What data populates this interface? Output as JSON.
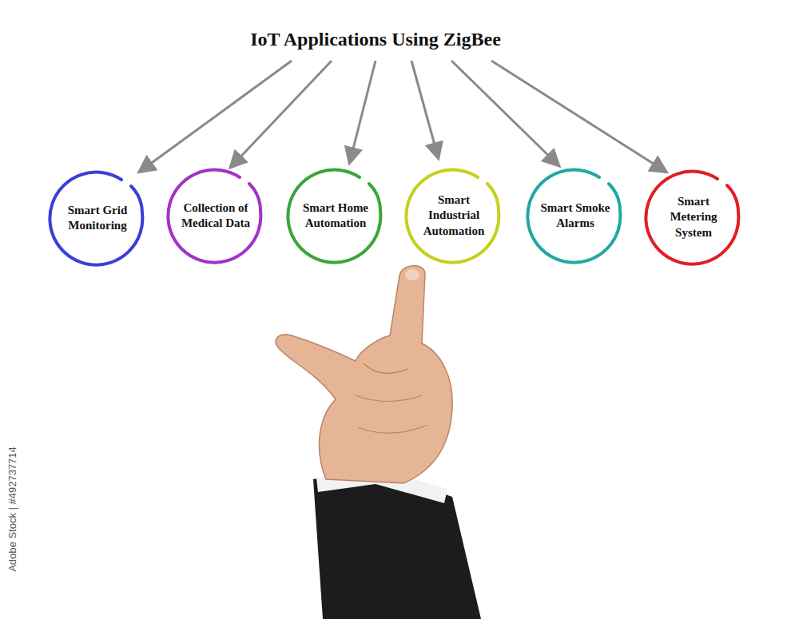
{
  "diagram": {
    "title": "IoT Applications Using ZigBee",
    "nodes": [
      {
        "text": [
          "Smart Grid Monitoring"
        ]
      },
      {
        "text": [
          "Collection of Medical Data"
        ]
      },
      {
        "text": [
          "Smart Home Automation"
        ]
      },
      {
        "text": [
          "Smart Industrial Automation"
        ]
      },
      {
        "text": [
          "Smart Smoke Alarms"
        ]
      },
      {
        "text": [
          "Smart Metering System"
        ]
      }
    ],
    "labels": [
      "Adobe Stock | #492737714"
    ]
  }
}
